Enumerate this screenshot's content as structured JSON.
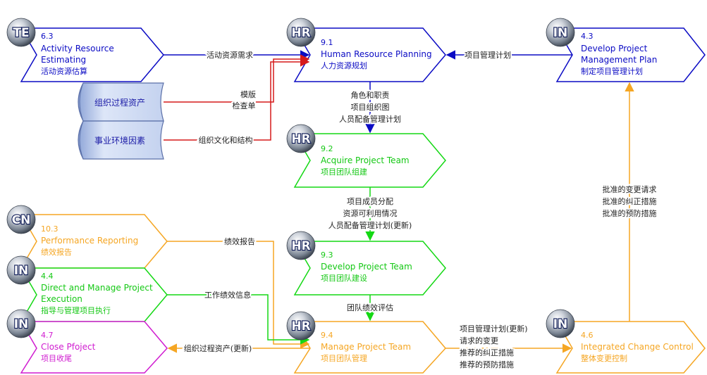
{
  "colors": {
    "blue": "#0b0bc4",
    "green": "#14d814",
    "orange": "#f5a623",
    "magenta": "#d01cd0",
    "red": "#d61a1a",
    "black": "#222222",
    "asset_text": "#1a1aa6"
  },
  "badges": {
    "te": "TE",
    "hr": "HR",
    "in": "IN",
    "cn": "CN"
  },
  "processes": {
    "p63": {
      "id": "6.3",
      "en1": "Activity Resource",
      "en2": "Estimating",
      "cn": "活动资源估算"
    },
    "p91": {
      "id": "9.1",
      "en1": "Human Resource Planning",
      "cn": "人力资源规划"
    },
    "p43": {
      "id": "4.3",
      "en1": "Develop Project",
      "en2": "Management Plan",
      "cn": "制定项目管理计划"
    },
    "p92": {
      "id": "9.2",
      "en1": "Acquire Project Team",
      "cn": "项目团队组建"
    },
    "p103": {
      "id": "10.3",
      "en1": "Performance Reporting",
      "cn": "绩效报告"
    },
    "p93": {
      "id": "9.3",
      "en1": "Develop Project Team",
      "cn": "项目团队建设"
    },
    "p44": {
      "id": "4.4",
      "en1": "Direct and Manage Project",
      "en2": "Execution",
      "cn": "指导与管理项目执行"
    },
    "p47": {
      "id": "4.7",
      "en1": "Close Pfoject",
      "cn": "项目收尾"
    },
    "p94": {
      "id": "9.4",
      "en1": "Manage Project Team",
      "cn": "项目团队管理"
    },
    "p46": {
      "id": "4.6",
      "en1": "Integrated Change Control",
      "cn": "整体变更控制"
    }
  },
  "assets": {
    "opa": "组织过程资产",
    "eef": "事业环境因素"
  },
  "flows": {
    "activity_resource_req": "活动资源需求",
    "pm_plan": "项目管理计划",
    "template": "模版",
    "checklist": "检查单",
    "org_culture": "组织文化和结构",
    "roles": "角色和职责",
    "org_chart": "项目组织图",
    "staffing_plan": "人员配备管理计划",
    "assignments": "项目成员分配",
    "availability": "资源可利用情况",
    "staffing_plan_updated": "人员配备管理计划(更新)",
    "team_eval": "团队绩效评估",
    "perf_report": "绩效报告",
    "work_perf_info": "工作绩效信息",
    "opa_updated": "组织过程资产(更新)",
    "out1": "项目管理计划(更新)",
    "out2": "请求的变更",
    "out3": "推荐的纠正措施",
    "out4": "推荐的预防措施",
    "approved1": "批准的变更请求",
    "approved2": "批准的纠正措施",
    "approved3": "批准的预防措施"
  }
}
